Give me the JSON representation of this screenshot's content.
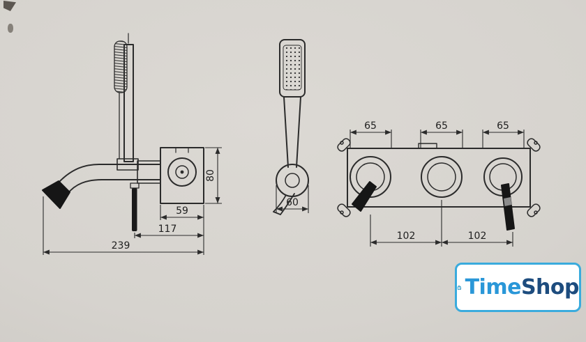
{
  "drawing": {
    "line_color": "#2b2b2b",
    "left_view": {
      "dim_height": "80",
      "dim_valve_width": "59",
      "dim_mid": "117",
      "dim_total": "239"
    },
    "middle_view": {
      "dim_width": "60"
    },
    "right_view": {
      "dim_65_left": "65",
      "dim_65_center": "65",
      "dim_65_right": "65",
      "dim_102_left": "102",
      "dim_102_right": "102"
    }
  },
  "logo": {
    "text_primary": "Time",
    "text_secondary": "Shop",
    "accent_border": "#3aabdd",
    "primary_color": "#2a97d8",
    "secondary_color": "#1d4c7e",
    "bag_color": "#1496c6"
  }
}
